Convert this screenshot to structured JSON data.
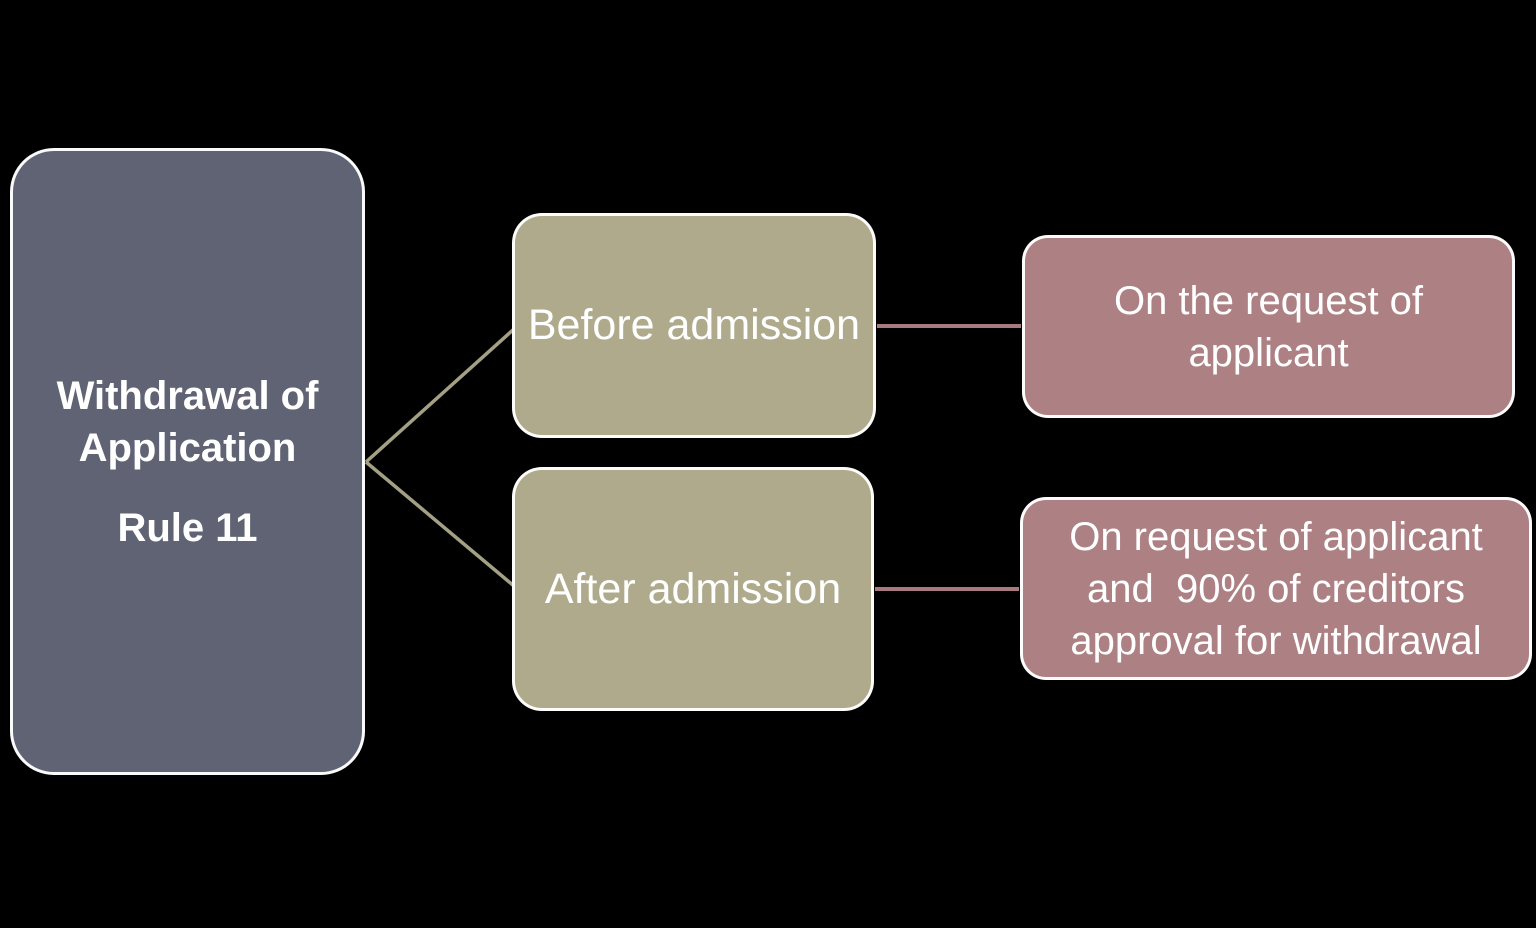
{
  "canvas": {
    "background": "#000000",
    "text_color": "#FFFFFF",
    "border_color": "#FFFFFF"
  },
  "diagram": {
    "type": "hierarchy-smartart",
    "root": {
      "title": "Withdrawal of\nApplication",
      "subtitle": "Rule 11",
      "fill": "#5F6374"
    },
    "level2": [
      {
        "label": "Before admission",
        "fill": "#AEAA8B"
      },
      {
        "label": "After admission",
        "fill": "#AEAA8B"
      }
    ],
    "level3": [
      {
        "label": "On the request of\napplicant",
        "fill": "#AD8184"
      },
      {
        "label": "On request of applicant\nand  90% of creditors\napproval for withdrawal",
        "fill": "#AD8184"
      }
    ],
    "connectors": {
      "left_color": "#A3A083",
      "right_color": "#A8797E"
    },
    "edges": [
      {
        "from": "root",
        "to": "before-admission"
      },
      {
        "from": "root",
        "to": "after-admission"
      },
      {
        "from": "before-admission",
        "to": "on-the-request-of-applicant"
      },
      {
        "from": "after-admission",
        "to": "on-request-of-applicant-and-90pct-creditors"
      }
    ]
  }
}
